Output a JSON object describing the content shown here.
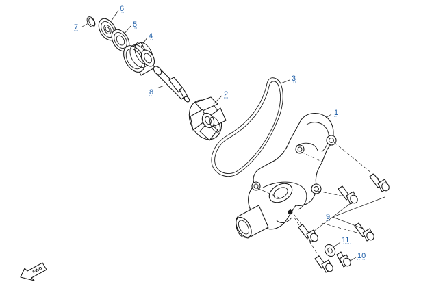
{
  "diagram": {
    "callouts": [
      {
        "id": "1",
        "label": "1"
      },
      {
        "id": "2",
        "label": "2"
      },
      {
        "id": "3",
        "label": "3"
      },
      {
        "id": "4",
        "label": "4"
      },
      {
        "id": "5",
        "label": "5"
      },
      {
        "id": "6",
        "label": "6"
      },
      {
        "id": "7",
        "label": "7"
      },
      {
        "id": "8",
        "label": "8"
      },
      {
        "id": "9",
        "label": "9"
      },
      {
        "id": "10",
        "label": "10"
      },
      {
        "id": "11",
        "label": "11"
      }
    ],
    "direction_label": "FWD",
    "callout_color": "#1f5fa8",
    "line_color": "#1a1a1a"
  }
}
